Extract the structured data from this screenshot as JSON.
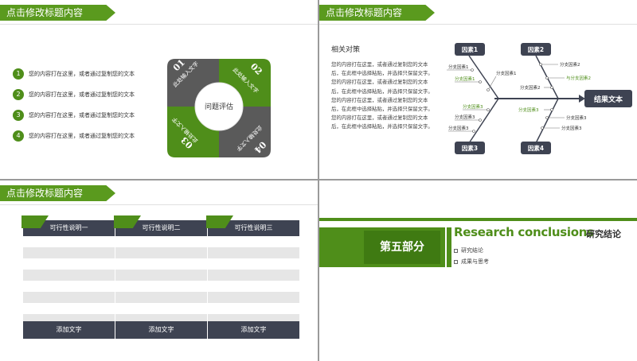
{
  "slide1": {
    "title": "点击修改标题内容",
    "items": [
      {
        "num": "1",
        "text": "您的内容打在这里，或者通过复制您的文本"
      },
      {
        "num": "2",
        "text": "您的内容打在这里，或者通过复制您的文本"
      },
      {
        "num": "3",
        "text": "您的内容打在这里，或者通过复制您的文本"
      },
      {
        "num": "4",
        "text": "您的内容打在这里，或者通过复制您的文本"
      }
    ],
    "ring": {
      "center": "问题评估",
      "segments": [
        {
          "num": "01",
          "label": "此处输入文字"
        },
        {
          "num": "02",
          "label": "此处输入文字"
        },
        {
          "num": "03",
          "label": "此处输入文字"
        },
        {
          "num": "04",
          "label": "此处输入文字"
        }
      ]
    }
  },
  "slide2": {
    "title": "点击修改标题内容",
    "heading": "相关对策",
    "paragraph": "您的内容打在这里，或者通过复制您的文本后，在此框中选择粘贴，并选择只保留文字。您的内容打在这里，或者通过复制您的文本后，在此框中选择粘贴，并选择只保留文字。您的内容打在这里，或者通过复制您的文本后，在此框中选择粘贴，并选择只保留文字。您的内容打在这里，或者通过复制您的文本后，在此框中选择粘贴，并选择只保留文字。",
    "fishbone": {
      "result": "结果文本",
      "factors": [
        "因素1",
        "因素2",
        "因素3",
        "因素4"
      ],
      "branches": {
        "f1": [
          "分支因素1",
          "分支因素1",
          "分支因素1"
        ],
        "f2": [
          "分支因素2",
          "与分支因素2",
          "分支因素2"
        ],
        "f3": [
          "分支因素3",
          "分支因素3",
          "分支因素3"
        ],
        "f4": [
          "分支因素3",
          "分支因素3",
          "分支因素3"
        ]
      }
    }
  },
  "slide3": {
    "title": "点击修改标题内容",
    "columns": [
      {
        "header": "可行性说明一",
        "footer": "添加文字"
      },
      {
        "header": "可行性说明二",
        "footer": "添加文字"
      },
      {
        "header": "可行性说明三",
        "footer": "添加文字"
      }
    ]
  },
  "slide4": {
    "part": "第五部分",
    "title_en": "Research conclusions",
    "title_cn": "研究结论",
    "items": [
      "研究结论",
      "成果与思考"
    ]
  },
  "colors": {
    "accent_green": "#4f8e1a",
    "dark_gray": "#3e4352",
    "ring_gray": "#5a5a5a"
  }
}
